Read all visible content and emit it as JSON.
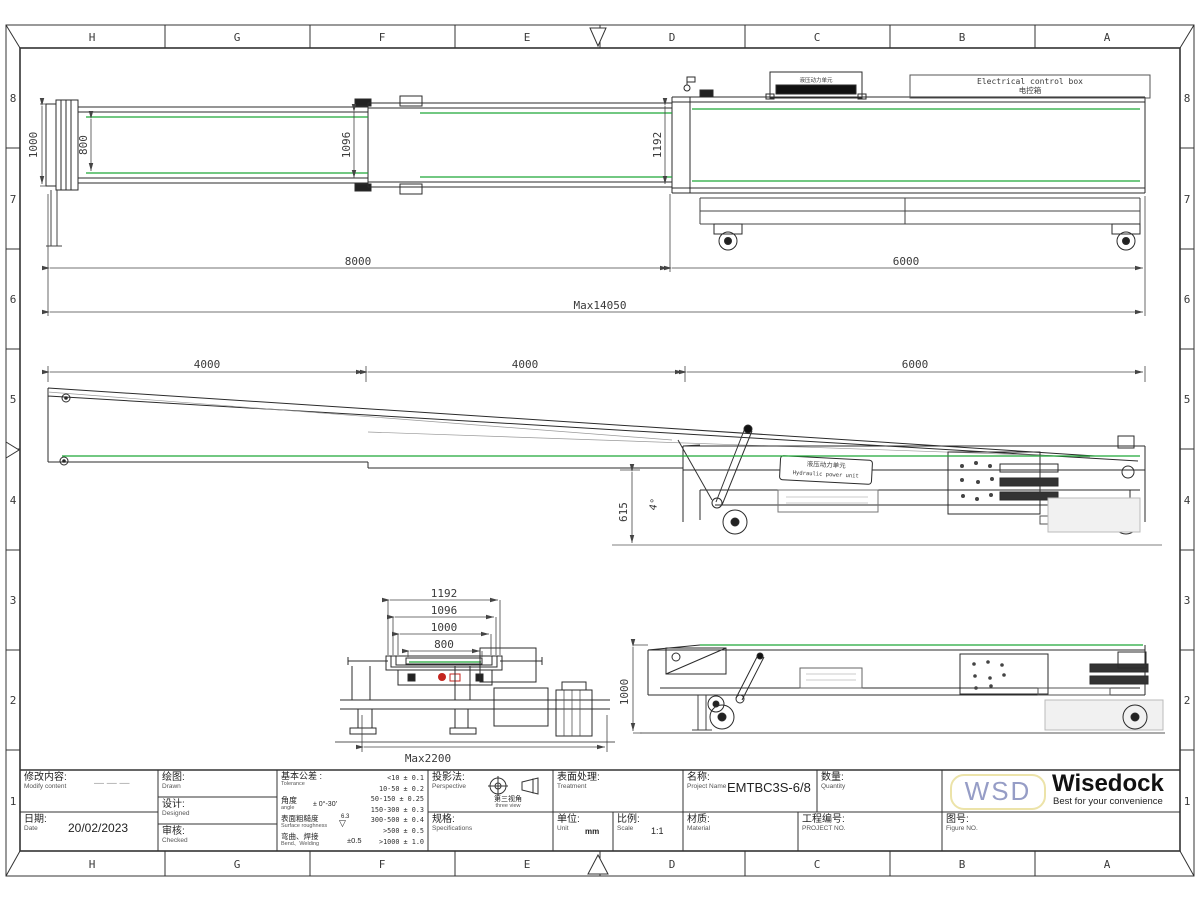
{
  "border": {
    "cols": [
      "H",
      "G",
      "F",
      "E",
      "D",
      "C",
      "B",
      "A"
    ],
    "rows": [
      "8",
      "7",
      "6",
      "5",
      "4",
      "3",
      "2",
      "1"
    ]
  },
  "plan_view": {
    "dim_width_outer": "1000",
    "dim_belt_width": "800",
    "dim_mid_section_width": "1096",
    "dim_base_width": "1192",
    "dim_left_length": "8000",
    "dim_right_length": "6000",
    "dim_overall_length": "Max14050",
    "electrical_box_line1": "Electrical control box",
    "electrical_box_line2": "电控箱",
    "hydraulic_unit_label": "液压动力单元"
  },
  "extended_view": {
    "dim_segment1": "4000",
    "dim_segment2": "4000",
    "dim_segment3": "6000",
    "dim_height": "615",
    "dim_angle": "4°",
    "hydraulic_unit_zh": "液压动力单元",
    "hydraulic_unit_en": "Hydraulic power unit"
  },
  "end_view": {
    "dim_w1": "1192",
    "dim_w2": "1096",
    "dim_w3": "1000",
    "dim_w4": "800",
    "dim_max_width": "Max2200"
  },
  "retracted_view": {
    "dim_height": "1000"
  },
  "title_block": {
    "modify": {
      "zh": "修改内容:",
      "en": "Modify content",
      "value": "— — —"
    },
    "date": {
      "zh": "日期:",
      "en": "Date",
      "value": "20/02/2023"
    },
    "drawn": {
      "zh": "绘图:",
      "en": "Drawn"
    },
    "designed": {
      "zh": "设计:",
      "en": "Designed"
    },
    "checked": {
      "zh": "审核:",
      "en": "Checked"
    },
    "tolerance": {
      "zh": "基本公差 :",
      "en": "Tolerance",
      "rows": [
        "<10 ± 0.1",
        "10-50 ± 0.2",
        "50-150 ± 0.25",
        "150-300 ± 0.3",
        "300-500 ± 0.4",
        ">500 ± 0.5",
        ">1000 ± 1.0"
      ],
      "angle_zh": "角度",
      "angle_en": "angle",
      "angle_value": "± 0°-30′",
      "roughness_zh": "表面粗糙度",
      "roughness_en": "Surface roughness",
      "roughness_value": "6.3",
      "bend_zh": "弯曲、焊接",
      "bend_en": "Bend、Welding",
      "bend_value": "±0.5"
    },
    "projection": {
      "zh": "投影法:",
      "en": "Perspective",
      "third_zh": "第三视角",
      "third_en": "three view"
    },
    "spec": {
      "zh": "规格:",
      "en": "Specifications"
    },
    "treatment": {
      "zh": "表面处理:",
      "en": "Treatment"
    },
    "unit": {
      "zh": "单位:",
      "en": "Unit",
      "value": "mm"
    },
    "scale": {
      "zh": "比例:",
      "en": "Scale",
      "value": "1:1"
    },
    "name": {
      "zh": "名称:",
      "en": "Project Name",
      "value": "EMTBC3S-6/8"
    },
    "quantity": {
      "zh": "数量:",
      "en": "Quantity"
    },
    "material": {
      "zh": "材质:",
      "en": "Material"
    },
    "project_no": {
      "zh": "工程编号:",
      "en": "PROJECT NO."
    },
    "figure_no": {
      "zh": "图号:",
      "en": "Figure NO."
    },
    "logo": {
      "wsd": "WSD",
      "name": "Wisedock",
      "slogan": "Best for your convenience"
    }
  }
}
